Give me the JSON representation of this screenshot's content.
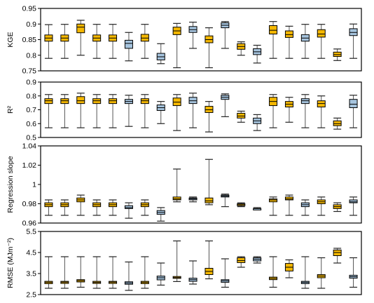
{
  "colors": {
    "upper_box": "#F5B800",
    "lower_box": "#A6C4DE",
    "whisker": "#555555",
    "frame": "#000000"
  },
  "chart_data": [
    {
      "type": "boxplot",
      "ylabel": "KGE",
      "ylim": [
        0.75,
        0.95
      ],
      "yticks": [
        0.75,
        0.8,
        0.85,
        0.9,
        0.95
      ],
      "tick_labels": [
        "0.75",
        "0.8",
        "0.85",
        "0.9",
        "0.95"
      ],
      "grid": false,
      "boxes": [
        {
          "min": 0.79,
          "q1": 0.845,
          "median": 0.855,
          "q3": 0.865,
          "max": 0.898
        },
        {
          "min": 0.79,
          "q1": 0.845,
          "median": 0.855,
          "q3": 0.865,
          "max": 0.899
        },
        {
          "min": 0.8,
          "q1": 0.872,
          "median": 0.89,
          "q3": 0.9,
          "max": 0.912
        },
        {
          "min": 0.79,
          "q1": 0.845,
          "median": 0.855,
          "q3": 0.865,
          "max": 0.899
        },
        {
          "min": 0.79,
          "q1": 0.845,
          "median": 0.855,
          "q3": 0.865,
          "max": 0.899
        },
        {
          "min": 0.782,
          "q1": 0.822,
          "median": 0.838,
          "q3": 0.848,
          "max": 0.873
        },
        {
          "min": 0.79,
          "q1": 0.845,
          "median": 0.855,
          "q3": 0.867,
          "max": 0.899
        },
        {
          "min": 0.773,
          "q1": 0.785,
          "median": 0.795,
          "q3": 0.806,
          "max": 0.837
        },
        {
          "min": 0.76,
          "q1": 0.866,
          "median": 0.878,
          "q3": 0.89,
          "max": 0.902
        },
        {
          "min": 0.822,
          "q1": 0.873,
          "median": 0.882,
          "q3": 0.892,
          "max": 0.906
        },
        {
          "min": 0.76,
          "q1": 0.84,
          "median": 0.85,
          "q3": 0.862,
          "max": 0.888
        },
        {
          "min": 0.822,
          "q1": 0.888,
          "median": 0.896,
          "q3": 0.904,
          "max": 0.908
        },
        {
          "min": 0.8,
          "q1": 0.819,
          "median": 0.828,
          "q3": 0.837,
          "max": 0.843
        },
        {
          "min": 0.775,
          "q1": 0.802,
          "median": 0.811,
          "q3": 0.821,
          "max": 0.832
        },
        {
          "min": 0.79,
          "q1": 0.868,
          "median": 0.88,
          "q3": 0.895,
          "max": 0.908
        },
        {
          "min": 0.79,
          "q1": 0.857,
          "median": 0.866,
          "q3": 0.878,
          "max": 0.893
        },
        {
          "min": 0.79,
          "q1": 0.845,
          "median": 0.855,
          "q3": 0.866,
          "max": 0.899
        },
        {
          "min": 0.79,
          "q1": 0.858,
          "median": 0.868,
          "q3": 0.882,
          "max": 0.899
        },
        {
          "min": 0.783,
          "q1": 0.796,
          "median": 0.802,
          "q3": 0.81,
          "max": 0.82
        },
        {
          "min": 0.79,
          "q1": 0.863,
          "median": 0.873,
          "q3": 0.885,
          "max": 0.9
        }
      ]
    },
    {
      "type": "boxplot",
      "ylabel": "R²",
      "ylim": [
        0.5,
        0.9
      ],
      "yticks": [
        0.5,
        0.6,
        0.7,
        0.8,
        0.9
      ],
      "tick_labels": [
        "0.5",
        "0.6",
        "0.7",
        "0.8",
        "0.9"
      ],
      "grid": false,
      "boxes": [
        {
          "min": 0.57,
          "q1": 0.745,
          "median": 0.765,
          "q3": 0.78,
          "max": 0.81
        },
        {
          "min": 0.57,
          "q1": 0.745,
          "median": 0.765,
          "q3": 0.78,
          "max": 0.81
        },
        {
          "min": 0.57,
          "q1": 0.745,
          "median": 0.765,
          "q3": 0.795,
          "max": 0.82
        },
        {
          "min": 0.57,
          "q1": 0.745,
          "median": 0.765,
          "q3": 0.78,
          "max": 0.81
        },
        {
          "min": 0.57,
          "q1": 0.745,
          "median": 0.765,
          "q3": 0.78,
          "max": 0.81
        },
        {
          "min": 0.58,
          "q1": 0.745,
          "median": 0.76,
          "q3": 0.775,
          "max": 0.805
        },
        {
          "min": 0.57,
          "q1": 0.745,
          "median": 0.765,
          "q3": 0.78,
          "max": 0.81
        },
        {
          "min": 0.6,
          "q1": 0.695,
          "median": 0.715,
          "q3": 0.735,
          "max": 0.76
        },
        {
          "min": 0.55,
          "q1": 0.73,
          "median": 0.755,
          "q3": 0.785,
          "max": 0.81
        },
        {
          "min": 0.57,
          "q1": 0.745,
          "median": 0.765,
          "q3": 0.79,
          "max": 0.82
        },
        {
          "min": 0.54,
          "q1": 0.68,
          "median": 0.7,
          "q3": 0.725,
          "max": 0.76
        },
        {
          "min": 0.65,
          "q1": 0.775,
          "median": 0.79,
          "q3": 0.805,
          "max": 0.815
        },
        {
          "min": 0.61,
          "q1": 0.64,
          "median": 0.655,
          "q3": 0.675,
          "max": 0.69
        },
        {
          "min": 0.55,
          "q1": 0.6,
          "median": 0.62,
          "q3": 0.64,
          "max": 0.665
        },
        {
          "min": 0.57,
          "q1": 0.73,
          "median": 0.76,
          "q3": 0.79,
          "max": 0.81
        },
        {
          "min": 0.61,
          "q1": 0.72,
          "median": 0.74,
          "q3": 0.76,
          "max": 0.79
        },
        {
          "min": 0.57,
          "q1": 0.745,
          "median": 0.765,
          "q3": 0.78,
          "max": 0.81
        },
        {
          "min": 0.57,
          "q1": 0.72,
          "median": 0.745,
          "q3": 0.765,
          "max": 0.8
        },
        {
          "min": 0.56,
          "q1": 0.585,
          "median": 0.6,
          "q3": 0.62,
          "max": 0.64
        },
        {
          "min": 0.57,
          "q1": 0.715,
          "median": 0.74,
          "q3": 0.775,
          "max": 0.805
        }
      ]
    },
    {
      "type": "boxplot",
      "ylabel": "Regression slope",
      "ylim": [
        0.96,
        1.04
      ],
      "yticks": [
        0.96,
        0.98,
        1,
        1.02,
        1.04
      ],
      "tick_labels": [
        "0.96",
        "0.98",
        "1",
        "1.02",
        "1.04"
      ],
      "grid": false,
      "boxes": [
        {
          "min": 0.968,
          "q1": 0.977,
          "median": 0.979,
          "q3": 0.981,
          "max": 0.984
        },
        {
          "min": 0.968,
          "q1": 0.977,
          "median": 0.979,
          "q3": 0.981,
          "max": 0.984
        },
        {
          "min": 0.968,
          "q1": 0.982,
          "median": 0.984,
          "q3": 0.986,
          "max": 0.989
        },
        {
          "min": 0.968,
          "q1": 0.977,
          "median": 0.979,
          "q3": 0.981,
          "max": 0.984
        },
        {
          "min": 0.968,
          "q1": 0.977,
          "median": 0.979,
          "q3": 0.981,
          "max": 0.984
        },
        {
          "min": 0.965,
          "q1": 0.975,
          "median": 0.976,
          "q3": 0.978,
          "max": 0.981
        },
        {
          "min": 0.968,
          "q1": 0.977,
          "median": 0.979,
          "q3": 0.981,
          "max": 0.984
        },
        {
          "min": 0.962,
          "q1": 0.969,
          "median": 0.971,
          "q3": 0.973,
          "max": 0.976
        },
        {
          "min": 0.982,
          "q1": 0.984,
          "median": 0.985,
          "q3": 0.987,
          "max": 1.016
        },
        {
          "min": 0.982,
          "q1": 0.984,
          "median": 0.985,
          "q3": 0.986,
          "max": 0.987
        },
        {
          "min": 0.979,
          "q1": 0.981,
          "median": 0.983,
          "q3": 0.986,
          "max": 1.026
        },
        {
          "min": 0.977,
          "q1": 0.987,
          "median": 0.988,
          "q3": 0.989,
          "max": 0.99
        },
        {
          "min": 0.977,
          "q1": 0.978,
          "median": 0.979,
          "q3": 0.98,
          "max": 0.981
        },
        {
          "min": 0.974,
          "q1": 0.974,
          "median": 0.975,
          "q3": 0.975,
          "max": 0.976
        },
        {
          "min": 0.968,
          "q1": 0.982,
          "median": 0.984,
          "q3": 0.985,
          "max": 0.987
        },
        {
          "min": 0.968,
          "q1": 0.984,
          "median": 0.985,
          "q3": 0.987,
          "max": 0.989
        },
        {
          "min": 0.968,
          "q1": 0.977,
          "median": 0.979,
          "q3": 0.981,
          "max": 0.984
        },
        {
          "min": 0.968,
          "q1": 0.98,
          "median": 0.982,
          "q3": 0.984,
          "max": 0.987
        },
        {
          "min": 0.972,
          "q1": 0.975,
          "median": 0.977,
          "q3": 0.979,
          "max": 0.981
        },
        {
          "min": 0.968,
          "q1": 0.981,
          "median": 0.982,
          "q3": 0.984,
          "max": 0.987
        }
      ]
    },
    {
      "type": "boxplot",
      "ylabel": "RMSE (MJm⁻²)",
      "ylim": [
        2.5,
        5.5
      ],
      "yticks": [
        2.5,
        3.5,
        4.5,
        5.5
      ],
      "tick_labels": [
        "2.5",
        "3.5",
        "4.5",
        "5.5"
      ],
      "grid": false,
      "boxes": [
        {
          "min": 2.8,
          "q1": 3.02,
          "median": 3.08,
          "q3": 3.13,
          "max": 4.3
        },
        {
          "min": 2.8,
          "q1": 3.03,
          "median": 3.09,
          "q3": 3.13,
          "max": 4.3
        },
        {
          "min": 2.85,
          "q1": 3.1,
          "median": 3.16,
          "q3": 3.21,
          "max": 4.3
        },
        {
          "min": 2.8,
          "q1": 3.03,
          "median": 3.08,
          "q3": 3.13,
          "max": 4.3
        },
        {
          "min": 2.8,
          "q1": 3.03,
          "median": 3.09,
          "q3": 3.13,
          "max": 4.3
        },
        {
          "min": 2.7,
          "q1": 2.99,
          "median": 3.05,
          "q3": 3.11,
          "max": 4.05
        },
        {
          "min": 2.8,
          "q1": 3.02,
          "median": 3.08,
          "q3": 3.13,
          "max": 4.3
        },
        {
          "min": 2.95,
          "q1": 3.2,
          "median": 3.3,
          "q3": 3.38,
          "max": 4.0
        },
        {
          "min": 3.12,
          "q1": 3.27,
          "median": 3.31,
          "q3": 3.36,
          "max": 5.05
        },
        {
          "min": 3.0,
          "q1": 3.13,
          "median": 3.21,
          "q3": 3.28,
          "max": 4.1
        },
        {
          "min": 3.25,
          "q1": 3.45,
          "median": 3.6,
          "q3": 3.75,
          "max": 5.05
        },
        {
          "min": 2.85,
          "q1": 3.08,
          "median": 3.15,
          "q3": 3.21,
          "max": 4.2
        },
        {
          "min": 3.8,
          "q1": 4.02,
          "median": 4.12,
          "q3": 4.25,
          "max": 4.3
        },
        {
          "min": 4.0,
          "q1": 4.1,
          "median": 4.18,
          "q3": 4.25,
          "max": 4.3
        },
        {
          "min": 2.85,
          "q1": 3.21,
          "median": 3.27,
          "q3": 3.33,
          "max": 4.3
        },
        {
          "min": 3.3,
          "q1": 3.62,
          "median": 3.8,
          "q3": 3.98,
          "max": 4.15
        },
        {
          "min": 2.8,
          "q1": 3.02,
          "median": 3.08,
          "q3": 3.13,
          "max": 4.3
        },
        {
          "min": 2.8,
          "q1": 3.3,
          "median": 3.38,
          "q3": 3.45,
          "max": 4.25
        },
        {
          "min": 4.0,
          "q1": 4.35,
          "median": 4.5,
          "q3": 4.62,
          "max": 4.7
        },
        {
          "min": 2.85,
          "q1": 3.28,
          "median": 3.35,
          "q3": 3.42,
          "max": 4.25
        }
      ]
    }
  ],
  "box_colors": [
    "upper",
    "upper",
    "upper",
    "upper",
    "upper",
    "lower",
    "upper",
    "lower",
    "upper",
    "lower",
    "upper",
    "lower",
    "upper",
    "lower",
    "upper",
    "upper",
    "lower",
    "upper",
    "upper",
    "lower"
  ]
}
